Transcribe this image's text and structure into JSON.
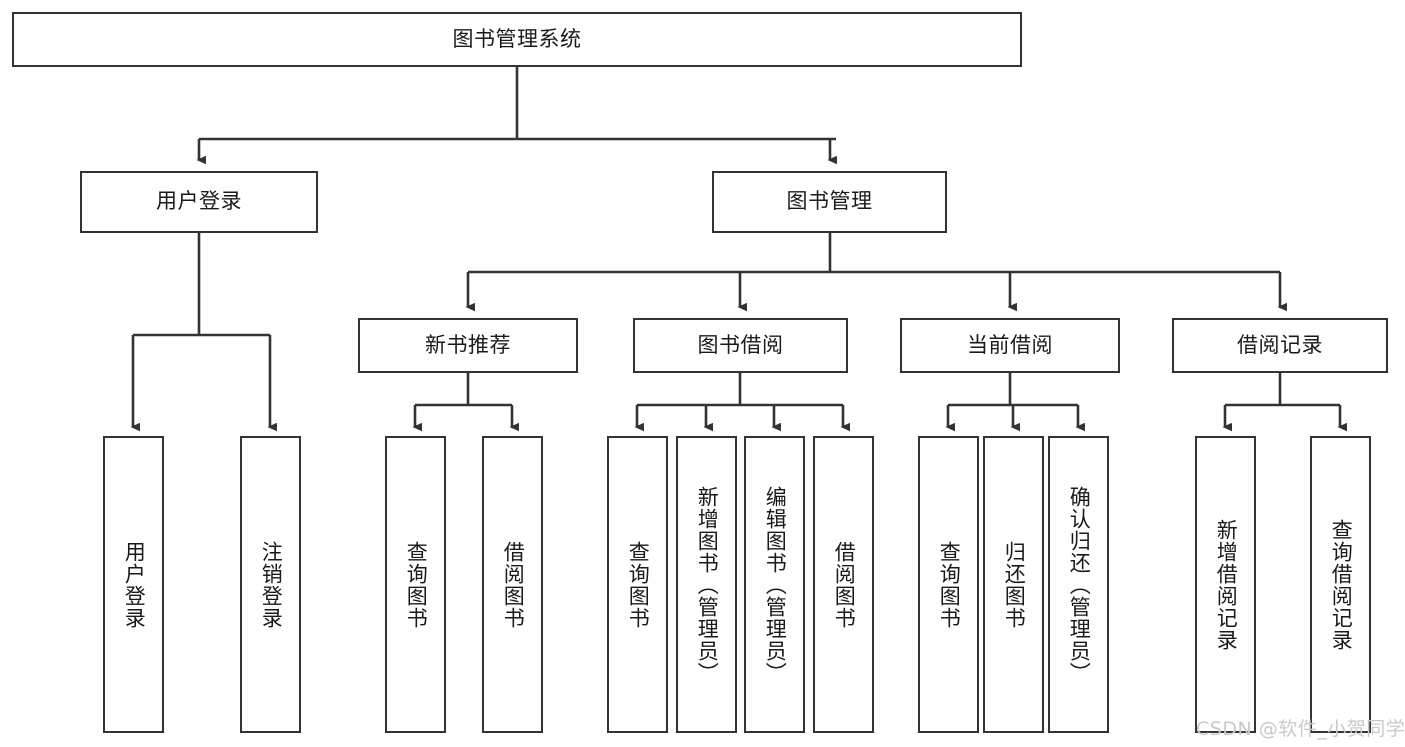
{
  "diagram": {
    "title": "图书管理系统",
    "type": "tree-hierarchy",
    "root": {
      "label": "图书管理系统"
    },
    "level2": [
      {
        "label": "用户登录"
      },
      {
        "label": "图书管理"
      }
    ],
    "level3": [
      {
        "label": "新书推荐"
      },
      {
        "label": "图书借阅"
      },
      {
        "label": "当前借阅"
      },
      {
        "label": "借阅记录"
      }
    ],
    "leaves": [
      {
        "label": "用户登录"
      },
      {
        "label": "注销登录"
      },
      {
        "label": "查询图书"
      },
      {
        "label": "借阅图书"
      },
      {
        "label": "查询图书"
      },
      {
        "label": "新增图书（管理员）"
      },
      {
        "label": "编辑图书（管理员）"
      },
      {
        "label": "借阅图书"
      },
      {
        "label": "查询图书"
      },
      {
        "label": "归还图书"
      },
      {
        "label": "确认归还（管理员）"
      },
      {
        "label": "新增借阅记录"
      },
      {
        "label": "查询借阅记录"
      }
    ]
  },
  "watermark": {
    "text": "CSDN @软件_小贺同学"
  },
  "colors": {
    "border": "#333333",
    "background": "#ffffff",
    "text": "#1a1a1a",
    "watermark": "#c9c9c9"
  }
}
